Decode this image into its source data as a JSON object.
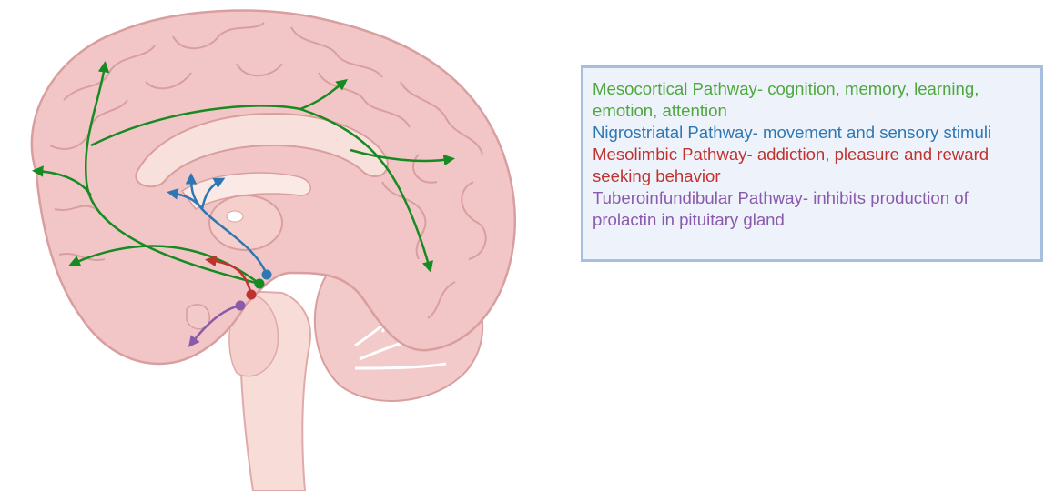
{
  "legend": {
    "items": [
      {
        "text": "Mesocortical Pathway- cognition, memory, learning, emotion, attention",
        "color": "#4ea83e"
      },
      {
        "text": "Nigrostriatal Pathway- movement and sensory stimuli",
        "color": "#2f77b3"
      },
      {
        "text": "Mesolimbic Pathway- addiction, pleasure and reward seeking behavior",
        "color": "#c0322e"
      },
      {
        "text": "Tuberoinfundibular Pathway- inhibits production of prolactin in pituitary gland",
        "color": "#8a5aac"
      }
    ],
    "border_color": "#a8bedf",
    "background": "#eef3fb"
  },
  "figure": {
    "brain_color": "#f2c6c6",
    "gyri_outline": "#d99e9e",
    "brainstem_color": "#f8dcd8",
    "pathway_colors": {
      "mesocortical": "#178a22",
      "nigrostriatal": "#2f77b3",
      "mesolimbic": "#c0322e",
      "tuberoinfundibular": "#8a5aac"
    }
  }
}
